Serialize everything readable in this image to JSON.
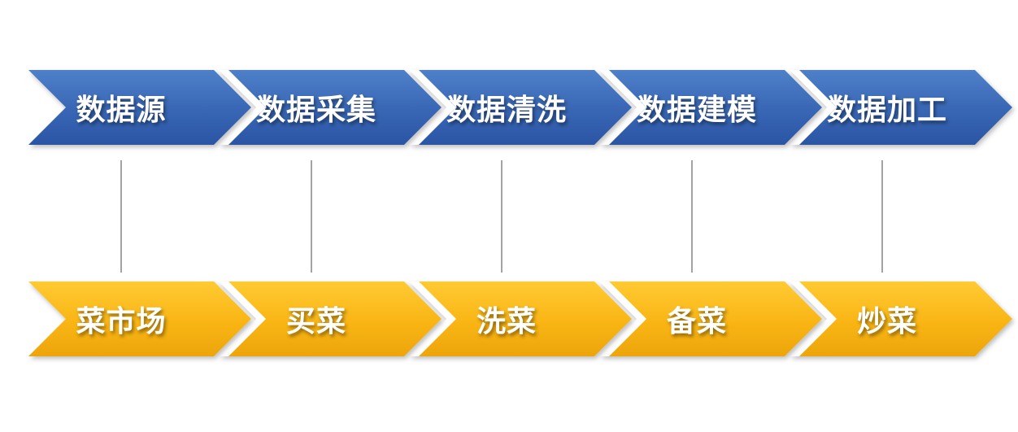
{
  "diagram": {
    "title": "data-pipeline-cooking-analogy-flow",
    "rows": [
      {
        "name": "data-pipeline",
        "theme": "blue",
        "steps": [
          "数据源",
          "数据采集",
          "数据清洗",
          "数据建模",
          "数据加工"
        ]
      },
      {
        "name": "cooking-analogy",
        "theme": "gold",
        "steps": [
          "菜市场",
          "买菜",
          "洗菜",
          "备菜",
          "炒菜"
        ]
      }
    ],
    "connectors": {
      "count": 5,
      "color": "#a3a3a3"
    },
    "colors": {
      "blue_gradient_top": "#4e80c9",
      "blue_gradient_bottom": "#2a55a4",
      "gold_gradient_top": "#ffca33",
      "gold_gradient_bottom": "#eca50b",
      "text": "#ffffff",
      "background": "#ffffff"
    }
  }
}
